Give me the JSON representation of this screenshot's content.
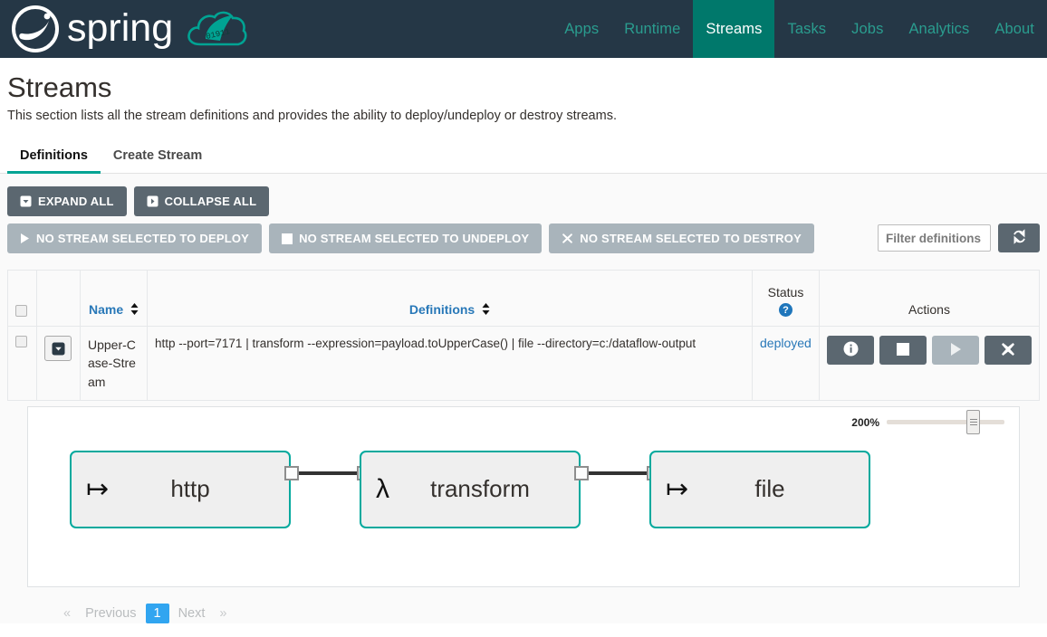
{
  "brand": {
    "name": "spring",
    "logo_icon": "spring-leaf-logo",
    "cloud_icon": "dataflow-cloud-icon"
  },
  "nav": {
    "items": [
      {
        "label": "Apps",
        "active": false
      },
      {
        "label": "Runtime",
        "active": false
      },
      {
        "label": "Streams",
        "active": true
      },
      {
        "label": "Tasks",
        "active": false
      },
      {
        "label": "Jobs",
        "active": false
      },
      {
        "label": "Analytics",
        "active": false
      },
      {
        "label": "About",
        "active": false
      }
    ],
    "active_color": "#00786b",
    "link_color": "#2a9d8f"
  },
  "header": {
    "title": "Streams",
    "description": "This section lists all the stream definitions and provides the ability to deploy/undeploy or destroy streams."
  },
  "tabs": [
    {
      "label": "Definitions",
      "active": true
    },
    {
      "label": "Create Stream",
      "active": false
    }
  ],
  "toolbar": {
    "expand_all": "EXPAND ALL",
    "collapse_all": "COLLAPSE ALL",
    "deploy": "NO STREAM SELECTED TO DEPLOY",
    "undeploy": "NO STREAM SELECTED TO UNDEPLOY",
    "destroy": "NO STREAM SELECTED TO DESTROY",
    "filter_placeholder": "Filter definitions",
    "filter_value": "",
    "refresh_icon": "refresh-icon"
  },
  "table": {
    "columns": {
      "name": "Name",
      "definitions": "Definitions",
      "status": "Status",
      "actions": "Actions",
      "status_help_icon": "question-mark-icon"
    },
    "rows": [
      {
        "name": "Upper-Case-Stream",
        "definition": "http --port=7171 | transform --expression=payload.toUpperCase() | file --directory=c:/dataflow-output",
        "status": "deployed",
        "actions": [
          {
            "name": "info-button",
            "icon": "info-circle-icon",
            "disabled": false
          },
          {
            "name": "undeploy-button",
            "icon": "stop-square-icon",
            "disabled": false
          },
          {
            "name": "deploy-button",
            "icon": "play-triangle-icon",
            "disabled": true
          },
          {
            "name": "destroy-button",
            "icon": "times-icon",
            "disabled": false
          }
        ]
      }
    ]
  },
  "diagram": {
    "zoom_label": "200%",
    "zoom_percent": 200,
    "nodes": [
      {
        "label": "http",
        "icon": "source-mapsto-icon",
        "type": "source"
      },
      {
        "label": "transform",
        "icon": "lambda-processor-icon",
        "type": "processor"
      },
      {
        "label": "file",
        "icon": "sink-mapsto-icon",
        "type": "sink"
      }
    ]
  },
  "pagination": {
    "prev_chevron": "«",
    "prev": "Previous",
    "current_page": "1",
    "next": "Next",
    "next_chevron": "»"
  }
}
